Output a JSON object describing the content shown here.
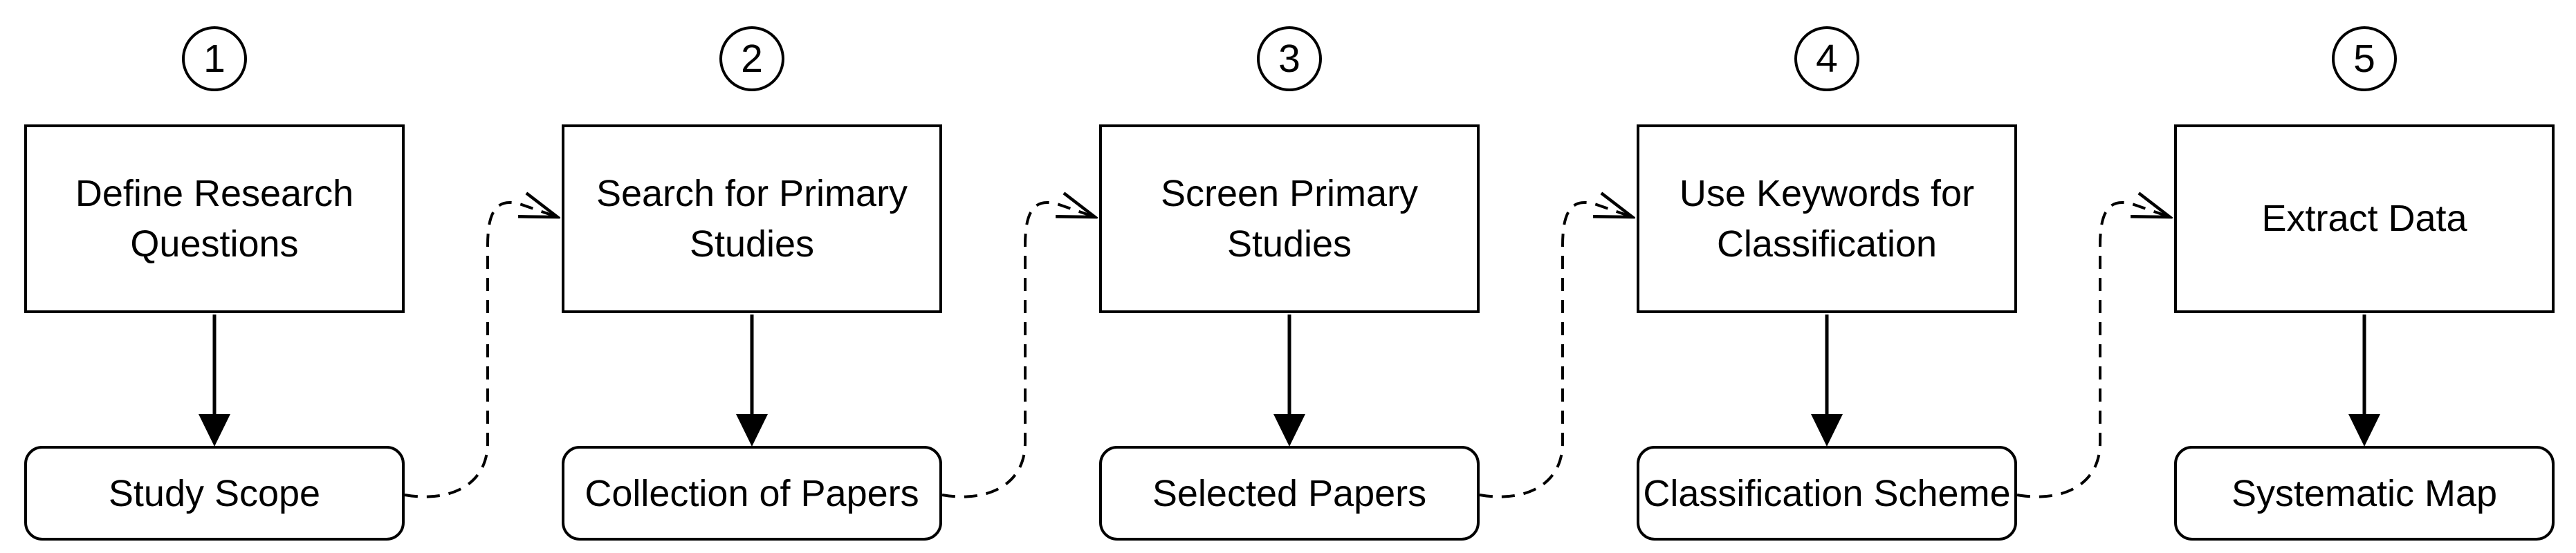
{
  "diagram": {
    "type": "flowchart",
    "stroke_color": "#000000",
    "background_color": "#ffffff",
    "text_color": "#000000",
    "steps": [
      {
        "number": "1",
        "process": "Define Research\nQuestions",
        "artifact": "Study Scope"
      },
      {
        "number": "2",
        "process": "Search for Primary\nStudies",
        "artifact": "Collection of Papers"
      },
      {
        "number": "3",
        "process": "Screen Primary\nStudies",
        "artifact": "Selected Papers"
      },
      {
        "number": "4",
        "process": "Use Keywords for\nClassification",
        "artifact": "Classification Scheme"
      },
      {
        "number": "5",
        "process": "Extract Data",
        "artifact": "Systematic Map"
      }
    ],
    "flow": [
      "Define Research Questions -> Study Scope",
      "Study Scope -> Search for Primary Studies",
      "Search for Primary Studies -> Collection of Papers",
      "Collection of Papers -> Screen Primary Studies",
      "Screen Primary Studies -> Selected Papers",
      "Selected Papers -> Use Keywords for Classification",
      "Use Keywords for Classification -> Classification Scheme",
      "Classification Scheme -> Extract Data",
      "Extract Data -> Systematic Map"
    ]
  }
}
